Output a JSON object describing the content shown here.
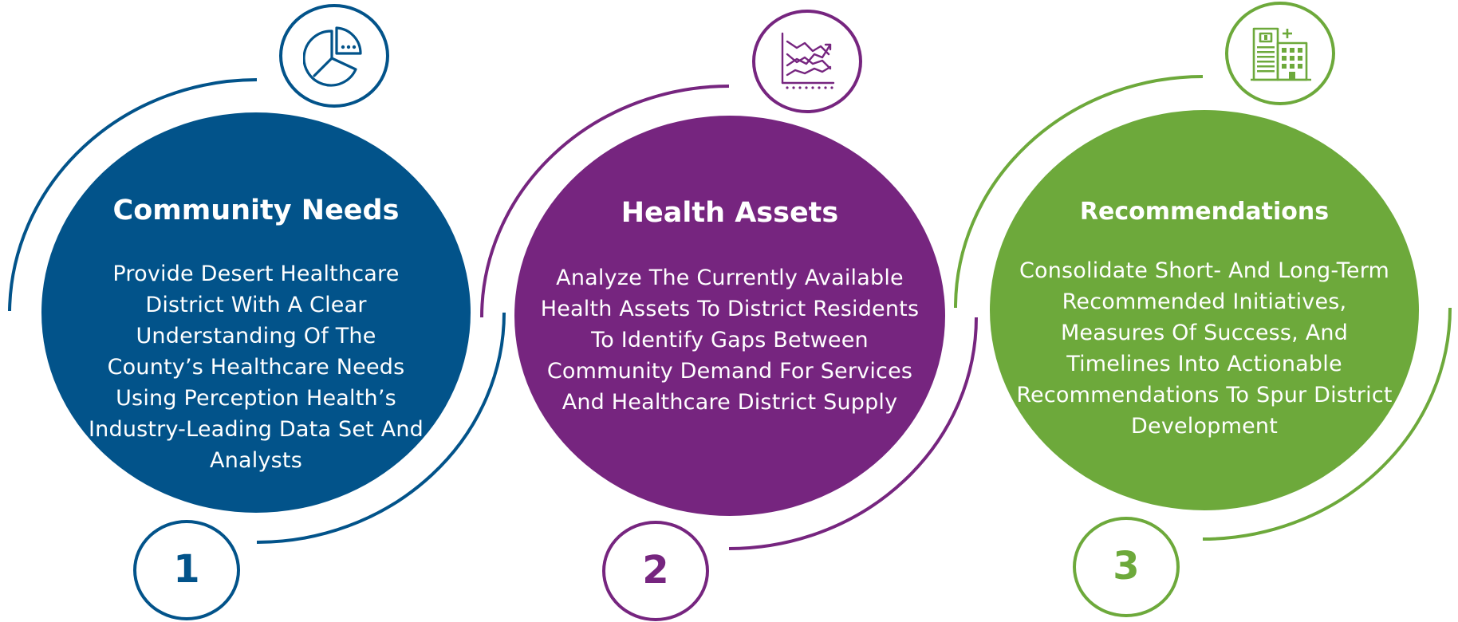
{
  "colors": {
    "blue": "#02538a",
    "purple": "#76257f",
    "green": "#6da93b"
  },
  "steps": [
    {
      "number": "1",
      "title": "Community Needs",
      "description": "Provide Desert Healthcare District With A Clear Understanding Of The County’s Healthcare Needs Using Perception Health’s Industry-Leading Data Set And Analysts",
      "icon": "pie-chart-icon"
    },
    {
      "number": "2",
      "title": "Health Assets",
      "description": "Analyze The Currently Available Health Assets To District Residents To Identify Gaps Between Community Demand For Services And Healthcare District Supply",
      "icon": "trend-chart-icon"
    },
    {
      "number": "3",
      "title": "Recommendations",
      "description": "Consolidate Short- And Long-Term Recommended Initiatives, Measures Of Success, And Timelines Into Actionable Recommendations To Spur District Development",
      "icon": "hospital-building-icon"
    }
  ]
}
